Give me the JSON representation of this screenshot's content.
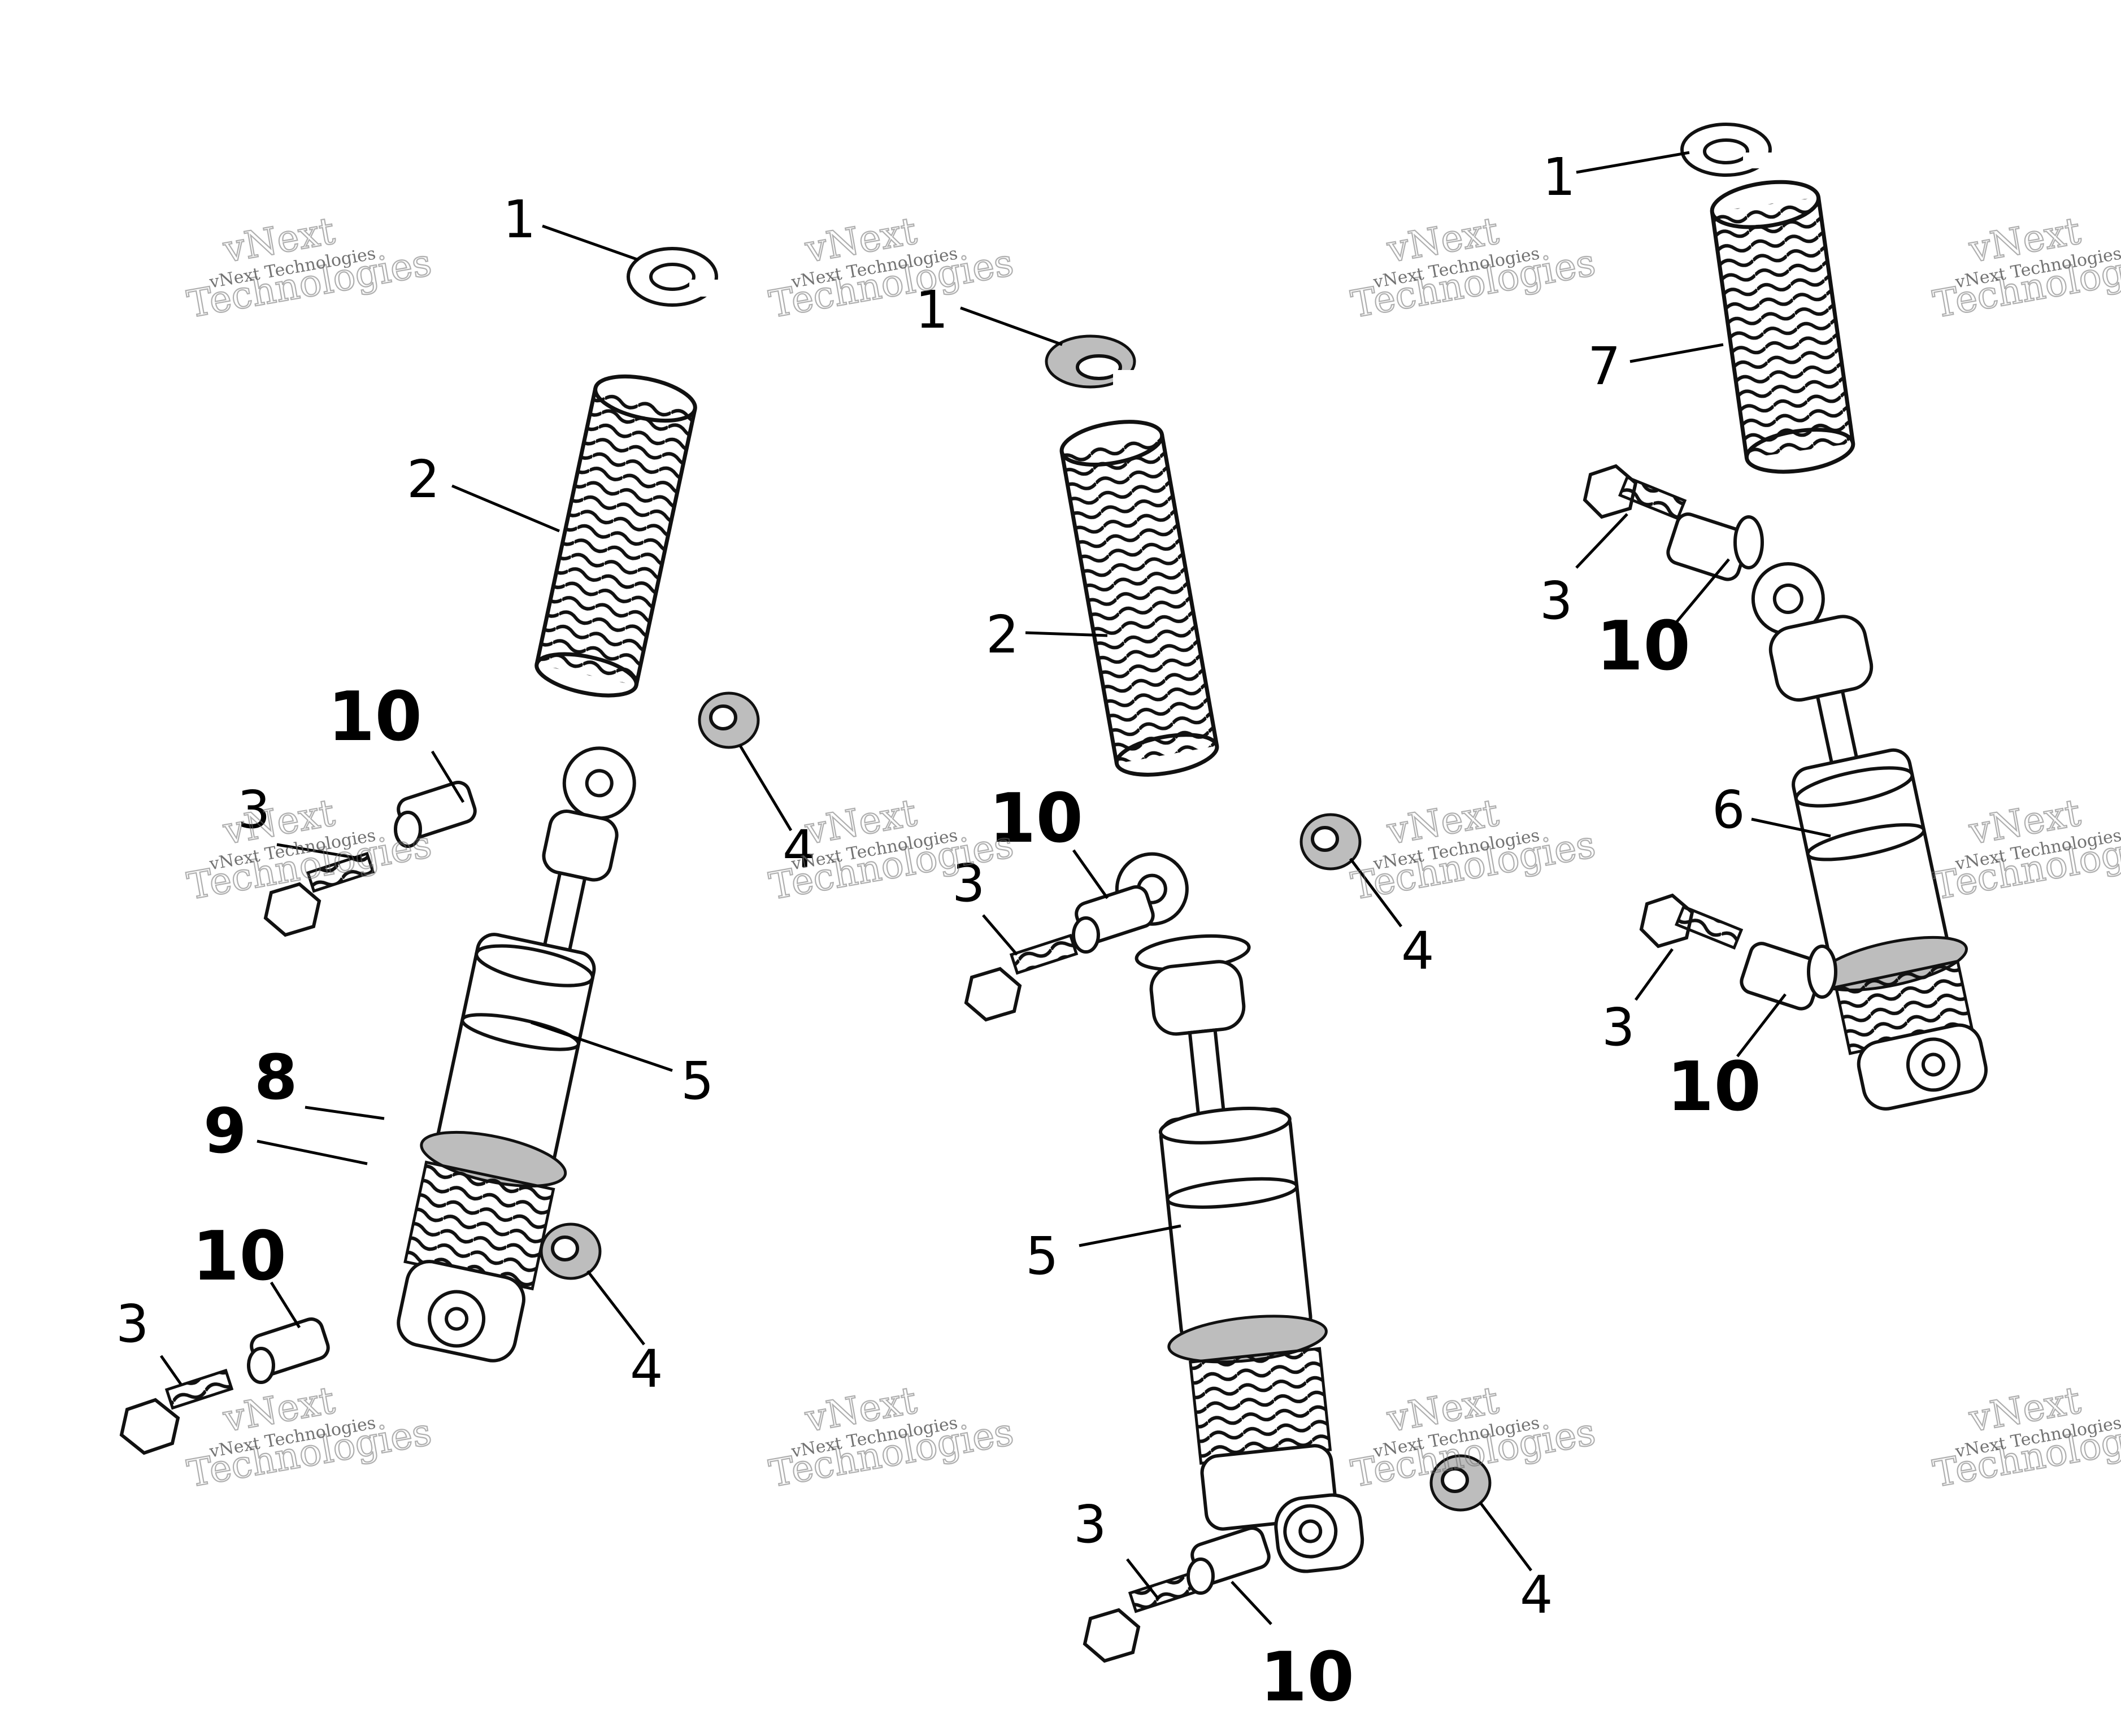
{
  "labels": {
    "l1a": "1",
    "l1b": "1",
    "l1c": "1",
    "l2a": "2",
    "l2b": "2",
    "l3a": "3",
    "l3b": "3",
    "l3c": "3",
    "l3d": "3",
    "l3e": "3",
    "l3f": "3",
    "l4a": "4",
    "l4b": "4",
    "l4c": "4",
    "l4d": "4",
    "l5a": "5",
    "l5b": "5",
    "l6": "6",
    "l7": "7",
    "l8": "8",
    "l9": "9",
    "l10a": "10",
    "l10b": "10",
    "l10c": "10",
    "l10d": "10",
    "l10e": "10",
    "l10f": "10"
  },
  "watermark": {
    "small": "vNext Technologies",
    "large_top": "vNext",
    "large_bottom": "Technologies"
  }
}
